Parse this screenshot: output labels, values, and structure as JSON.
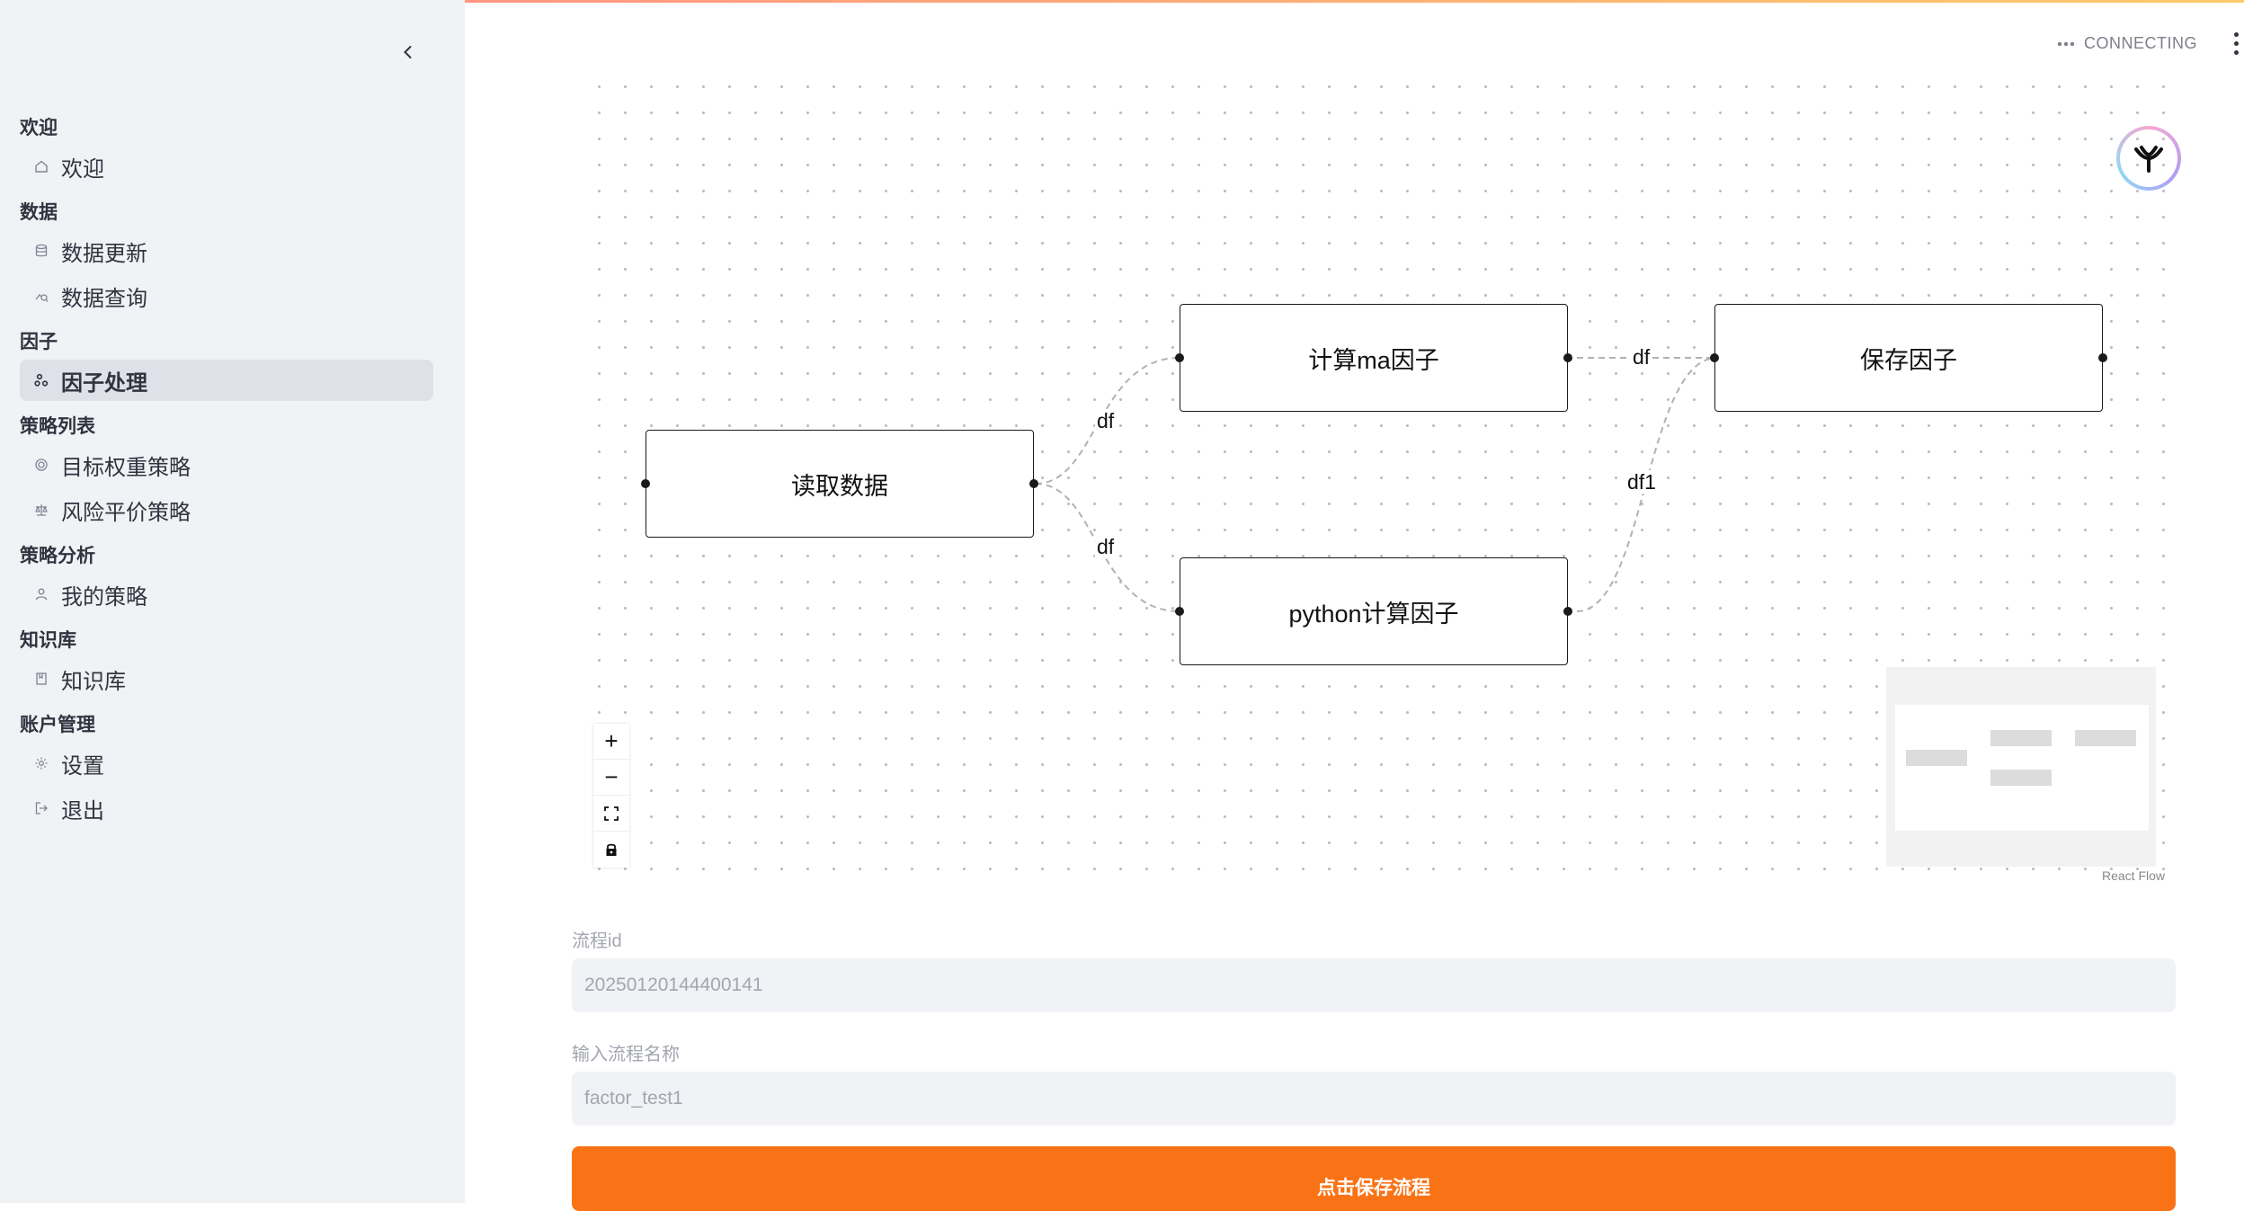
{
  "sidebar": {
    "sections": [
      {
        "header": "欢迎",
        "items": [
          {
            "label": "欢迎",
            "icon": "home-icon",
            "active": false
          }
        ]
      },
      {
        "header": "数据",
        "items": [
          {
            "label": "数据更新",
            "icon": "database-icon",
            "active": false
          },
          {
            "label": "数据查询",
            "icon": "query-icon",
            "active": false
          }
        ]
      },
      {
        "header": "因子",
        "items": [
          {
            "label": "因子处理",
            "icon": "factor-icon",
            "active": true
          }
        ]
      },
      {
        "header": "策略列表",
        "items": [
          {
            "label": "目标权重策略",
            "icon": "target-icon",
            "active": false
          },
          {
            "label": "风险平价策略",
            "icon": "scale-icon",
            "active": false
          }
        ]
      },
      {
        "header": "策略分析",
        "items": [
          {
            "label": "我的策略",
            "icon": "user-icon",
            "active": false
          }
        ]
      },
      {
        "header": "知识库",
        "items": [
          {
            "label": "知识库",
            "icon": "book-icon",
            "active": false
          }
        ]
      },
      {
        "header": "账户管理",
        "items": [
          {
            "label": "设置",
            "icon": "gear-icon",
            "active": false
          },
          {
            "label": "退出",
            "icon": "logout-icon",
            "active": false
          }
        ]
      }
    ]
  },
  "header": {
    "status": "CONNECTING"
  },
  "flow": {
    "nodes": {
      "read": "读取数据",
      "ma": "计算ma因子",
      "python": "python计算因子",
      "save": "保存因子"
    },
    "edges": {
      "read_ma": "df",
      "read_python": "df",
      "ma_save": "df",
      "python_save": "df1"
    },
    "controls": {
      "zoom_in": "+",
      "zoom_out": "−"
    },
    "attribution": "React Flow"
  },
  "form": {
    "flow_id_label": "流程id",
    "flow_id_value": "20250120144400141",
    "flow_name_label": "输入流程名称",
    "flow_name_value": "factor_test1",
    "save_button": "点击保存流程"
  },
  "colors": {
    "accent": "#f97316",
    "sidebar_bg": "#f0f2f6",
    "active_item": "#dfe1e8"
  }
}
